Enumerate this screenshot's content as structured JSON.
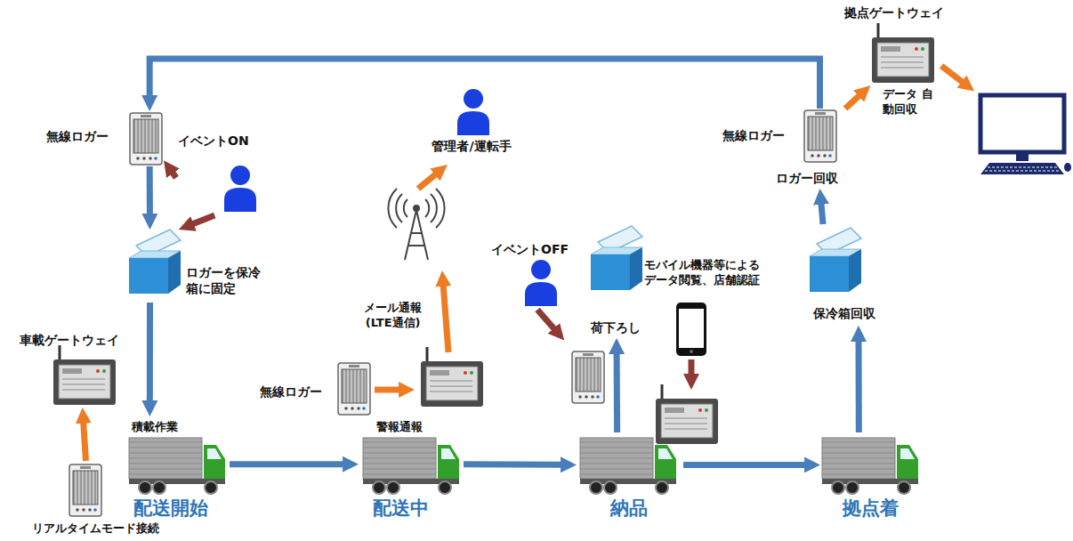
{
  "diagram": {
    "nodes": [
      {
        "text": [
          "拠点ゲートウェイ"
        ]
      },
      {
        "text": [
          "無線ロガー"
        ]
      },
      {
        "text": [
          "イベントON"
        ]
      },
      {
        "text": [
          "管理者/運転手"
        ]
      },
      {
        "text": [
          "無線ロガー",
          "ロガー回収"
        ]
      },
      {
        "text": [
          "ロガーを保冷 箱に固定"
        ]
      },
      {
        "text": [
          "イベントOFF"
        ]
      },
      {
        "text": [
          "荷下ろし"
        ]
      },
      {
        "text": [
          "保冷箱回収"
        ]
      },
      {
        "text": [
          "車載ゲートウェイ"
        ]
      },
      {
        "text": [
          "無線ロガー"
        ]
      },
      {
        "text": [
          "積載作業",
          "配送開始"
        ]
      },
      {
        "text": [
          "警報通報",
          "配送中"
        ]
      },
      {
        "text": [
          "納品"
        ]
      },
      {
        "text": [
          "拠点着"
        ]
      },
      {
        "text": [
          "リアルタイムモード接続"
        ]
      }
    ],
    "edges": [
      {
        "from": 1,
        "to": 5,
        "arrow": "to"
      },
      {
        "from": 5,
        "to": 11,
        "arrow": "to"
      },
      {
        "from": 2,
        "to": 1,
        "arrow": "to"
      },
      {
        "from": 2,
        "to": 5,
        "arrow": "to"
      },
      {
        "from": 15,
        "to": 9,
        "arrow": "to"
      },
      {
        "from": 11,
        "to": 12,
        "arrow": "to"
      },
      {
        "from": 12,
        "to": 13,
        "arrow": "to"
      },
      {
        "from": 13,
        "to": 14,
        "arrow": "to"
      },
      {
        "from": 14,
        "to": 8,
        "arrow": "to"
      },
      {
        "from": 8,
        "to": 4,
        "arrow": "to"
      },
      {
        "from": 4,
        "to": 0,
        "arrow": "to"
      },
      {
        "from": 4,
        "to": 1,
        "arrow": "to"
      },
      {
        "from": 13,
        "to": 7,
        "arrow": "to"
      }
    ],
    "labels": [
      "メール通報 (LTE通信)",
      "データ 自動回収",
      "モバイル機器等による データ閲覧、店舗認証"
    ]
  }
}
